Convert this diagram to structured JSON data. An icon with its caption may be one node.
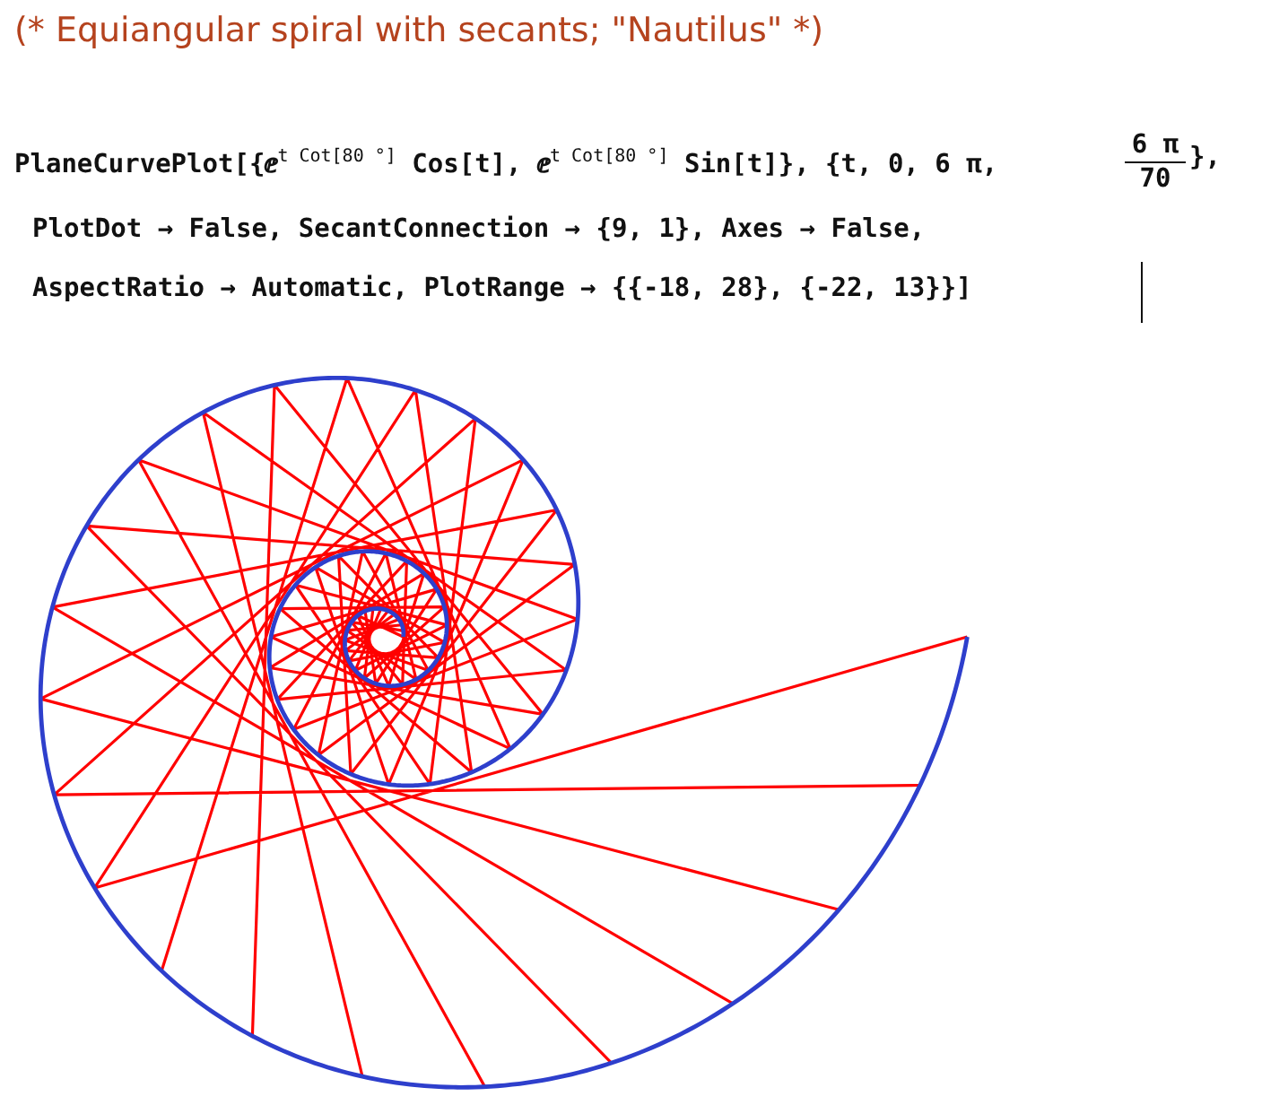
{
  "diagram": {
    "title": "(* Equiangular spiral with secants; \"Nautilus\" *)",
    "labels": [
      "PlaneCurvePlot[{ⅇ$^{t Cot[80 °]}$ Cos[t], ⅇ$^{t Cot[80 °]}$ Sin[t]}, {t, 0, 6 π,",
      "6 π",
      "70",
      "},",
      "PlotDot → False, SecantConnection → {9, 1}, Axes → False,",
      "AspectRatio → Automatic, PlotRange → {{-18, 28}, {-22, 13}}]"
    ]
  }
}
